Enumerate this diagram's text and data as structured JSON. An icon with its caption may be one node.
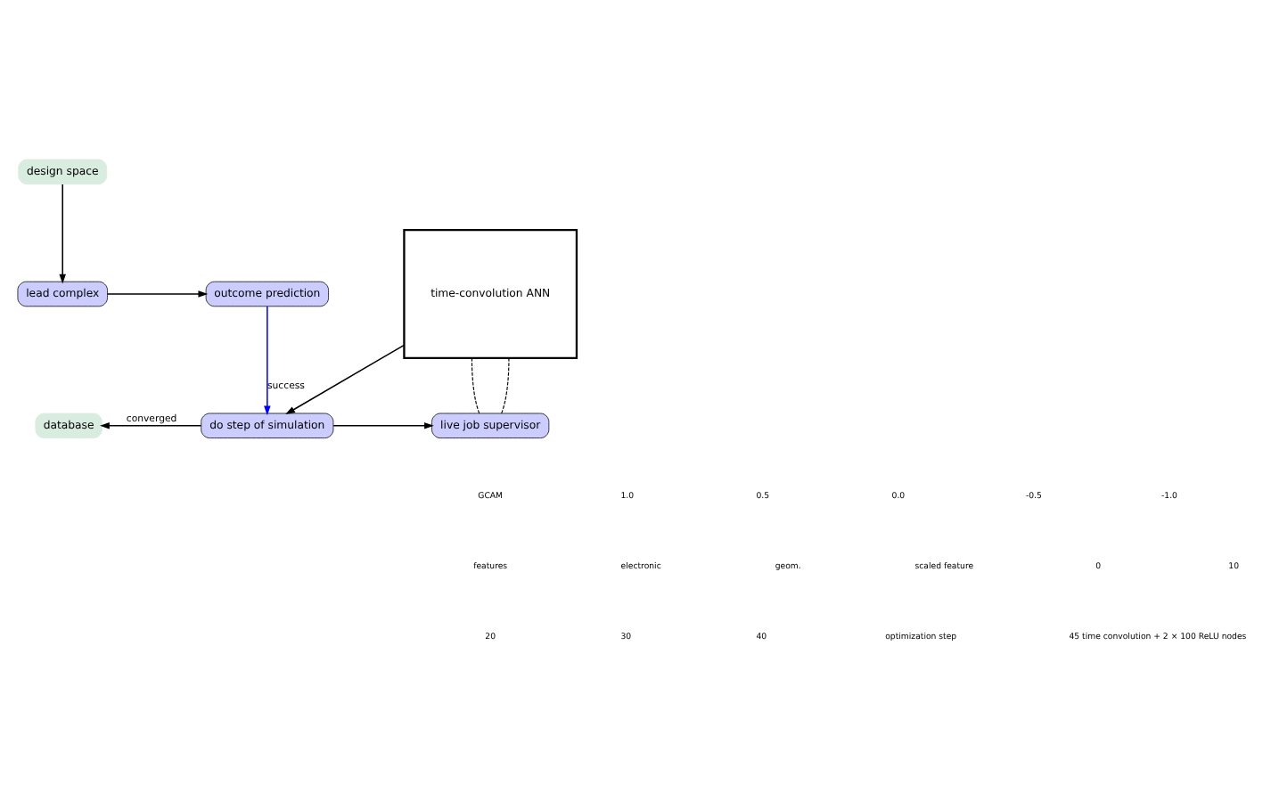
{
  "diagram": {
    "nodes": [
      {
        "text": [
          "design space"
        ]
      },
      {
        "text": [
          "lead complex"
        ]
      },
      {
        "text": [
          "outcome prediction"
        ]
      },
      {
        "text": [
          "time-convolution ANN"
        ]
      },
      {
        "text": [
          "database"
        ]
      },
      {
        "text": [
          "do step of simulation"
        ]
      },
      {
        "text": [
          "live job supervisor"
        ]
      }
    ],
    "edges": [
      {
        "from": 0,
        "to": 1,
        "arrow": "to"
      },
      {
        "from": 1,
        "to": 2,
        "arrow": "to"
      },
      {
        "from": 2,
        "to": 5,
        "arrow": "to",
        "label": "success",
        "color": "#0000ff"
      },
      {
        "from": 3,
        "to": 5,
        "arrow": "to"
      },
      {
        "from": 5,
        "to": 4,
        "arrow": "to",
        "label": "converged"
      },
      {
        "from": 5,
        "to": 6,
        "arrow": "to"
      },
      {
        "from": 6,
        "to": 3,
        "arrow": "none",
        "style": "dashed"
      },
      {
        "from": 6,
        "to": 3,
        "arrow": "none",
        "style": "dashed"
      }
    ],
    "labels": [
      "GCAM",
      "1.0",
      "0.5",
      "0.0",
      "-0.5",
      "-1.0",
      "features",
      "electronic",
      "geom.",
      "scaled feature",
      "0",
      "10",
      "20",
      "30",
      "40",
      "optimization step",
      "45 time convolution + 2 × 100 ReLU nodes"
    ]
  }
}
